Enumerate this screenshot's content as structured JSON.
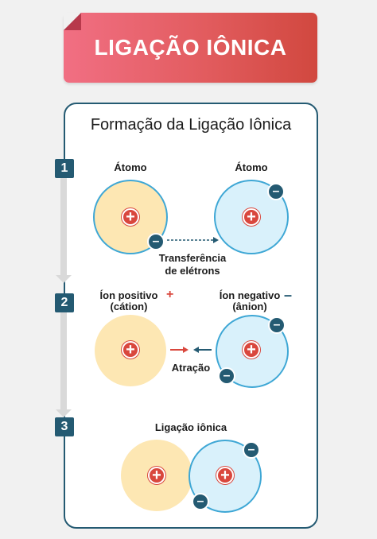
{
  "banner": {
    "title": "LIGAÇÃO IÔNICA"
  },
  "panel": {
    "title": "Formação da Ligação Iônica"
  },
  "steps": [
    {
      "number": "1",
      "left_label": "Átomo",
      "right_label": "Átomo",
      "arrow_label_line1": "Transferência",
      "arrow_label_line2": "de elétrons"
    },
    {
      "number": "2",
      "left_label_line1": "Íon positivo",
      "left_label_line2": "(cátion)",
      "left_sign": "+",
      "right_label_line1": "Íon negativo",
      "right_label_line2": "(ânion)",
      "right_sign": "–",
      "arrow_label": "Atração"
    },
    {
      "number": "3",
      "label": "Ligação iônica"
    }
  ],
  "symbols": {
    "nucleus": "+",
    "electron": "–"
  },
  "colors": {
    "banner_start": "#f16f83",
    "banner_end": "#d1483f",
    "navy": "#245a72",
    "accent_blue": "#3ea7d5",
    "nucleus_red": "#d9473d",
    "cation_fill": "#fde7b3",
    "anion_fill": "#d9f1fb"
  }
}
